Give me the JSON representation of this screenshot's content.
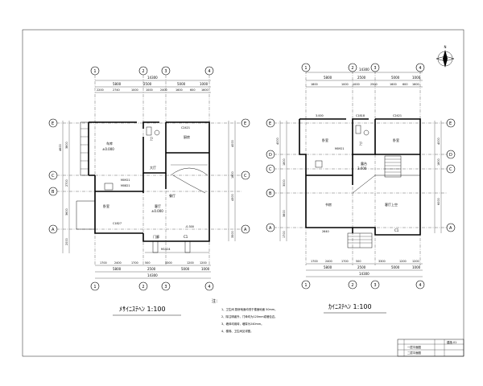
{
  "left_plan": {
    "title": "ﾒｻｲﾆｽﾃﾍﾝ 1:100",
    "axes_top": [
      "1",
      "2",
      "3",
      "4"
    ],
    "axes_side": [
      "E",
      "D",
      "C",
      "B",
      "A"
    ],
    "overall_width": "14300",
    "top_dims_row1": [
      "5800",
      "2500",
      "5000",
      "1000"
    ],
    "top_dims_row2": [
      "2200",
      "2740",
      "1000",
      "1000",
      "2400",
      "1600",
      "600",
      "1600"
    ],
    "bottom_dims_row1": [
      "1700",
      "2400",
      "1700",
      "500",
      "3300",
      "1200",
      "1200"
    ],
    "bottom_dims_row2": [
      "5800",
      "2500",
      "5000",
      "1000"
    ],
    "bottom_overall": "14300",
    "left_dims": [
      "4600",
      "3800",
      "2700",
      "3600",
      "2000"
    ],
    "right_dims": [
      "4000",
      "1800",
      "4300",
      "3500"
    ],
    "rooms": [
      {
        "name": "车库",
        "level": "±0.000"
      },
      {
        "name": "大厅"
      },
      {
        "name": "卫"
      },
      {
        "name": "厨房"
      },
      {
        "name": "餐厅"
      },
      {
        "name": "客厅",
        "level": "±0.000"
      },
      {
        "name": "卧室"
      },
      {
        "name": "门廊"
      },
      {
        "name": "C1"
      }
    ],
    "tags": [
      "C2421",
      "M0921",
      "M0821",
      "C1827",
      "-0.300",
      "M1524",
      "C2421"
    ]
  },
  "right_plan": {
    "title": "ｶｲﾆｽﾃﾍﾝ 1:100",
    "axes_top": [
      "1",
      "2",
      "3",
      "4"
    ],
    "axes_side": [
      "E",
      "D",
      "C",
      "B",
      "A"
    ],
    "overall_width": "14300",
    "top_dims_row1": [
      "5800",
      "2500",
      "5000",
      "1000"
    ],
    "top_dims_row2": [
      "1800",
      "1000",
      "1000",
      "2500",
      "1600",
      "600",
      "1600"
    ],
    "bottom_dims_row1": [
      "1700",
      "2400",
      "1700",
      "500",
      "3300",
      "1200",
      "1200"
    ],
    "bottom_dims_row2": [
      "5800",
      "2500",
      "5000",
      "1000"
    ],
    "bottom_overall": "14300",
    "left_dims": [
      "4000",
      "1800",
      "3000",
      "3800",
      "1700"
    ],
    "right_dims": [
      "4000",
      "1800",
      "6000"
    ],
    "rooms": [
      {
        "name": "卧室"
      },
      {
        "name": "卫"
      },
      {
        "name": "卧室"
      },
      {
        "name": "书房"
      },
      {
        "name": "客厅上空"
      },
      {
        "name": "露台",
        "level": "3.600"
      },
      {
        "name": "C1"
      }
    ],
    "tags": [
      "3.000",
      "C1818",
      "C2421",
      "M0921",
      "2640"
    ]
  },
  "notes": {
    "heading": "注：",
    "items": [
      "1、卫生间 厨房地面均低于楼面地面 50mm。",
      "2、除注明者外，门垛均为120mm或墙包边。",
      "3、墙体均用砖，墙厚为240mm。",
      "4、楼梯、卫生间见详图。"
    ]
  },
  "title_block": {
    "rows": [
      "一层平面图",
      "二层平面图"
    ],
    "sheet": "建施-01"
  },
  "north_arrow": {
    "label": "N"
  },
  "colors": {
    "line": "#000000",
    "paper": "#ffffff"
  }
}
